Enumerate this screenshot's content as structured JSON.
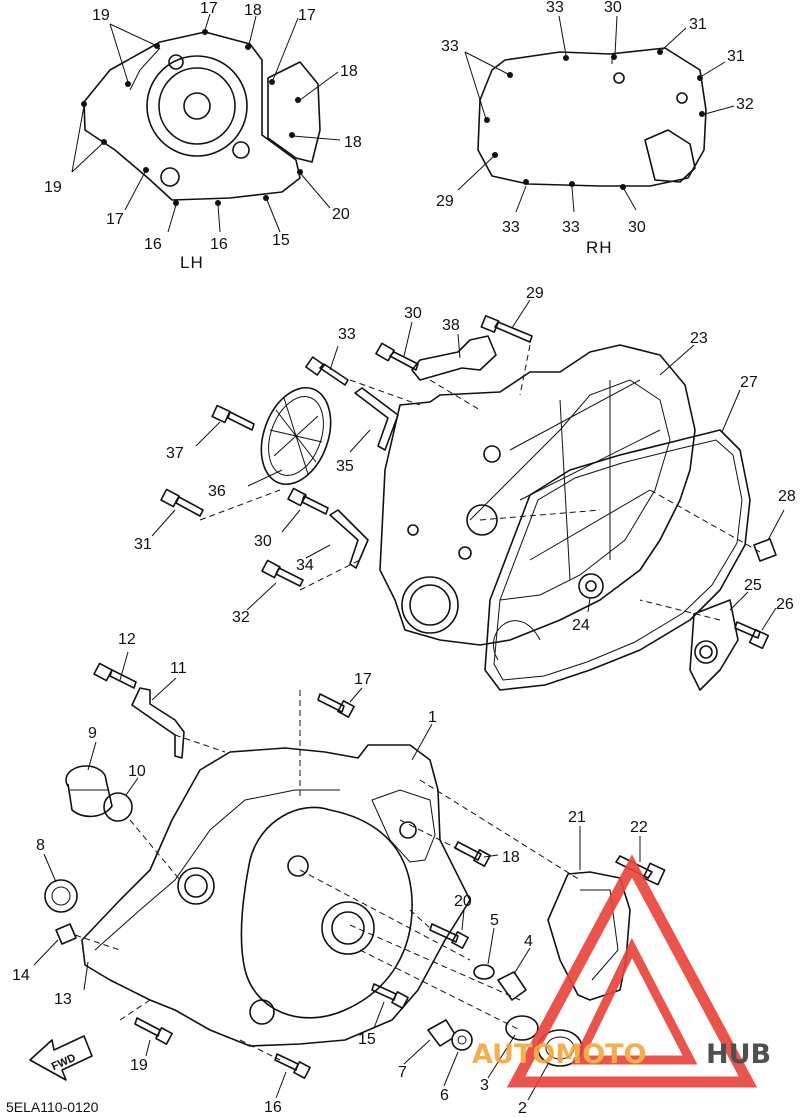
{
  "diagram": {
    "captions": {
      "left_cover": "LH",
      "right_cover": "RH"
    },
    "diagram_code": "5ELA110-0120",
    "fwd_arrow": "FWD",
    "watermark": {
      "brand_a": "AUTOMOTO",
      "brand_b": "HUB",
      "color_a": "#f2a63a",
      "color_b": "#3d3d3d",
      "logo_color": "#e8423a"
    },
    "callouts": [
      {
        "id": "c17a",
        "text": "17"
      },
      {
        "id": "c19a",
        "text": "19"
      },
      {
        "id": "c18a",
        "text": "18"
      },
      {
        "id": "c17b",
        "text": "17"
      },
      {
        "id": "c18b",
        "text": "18"
      },
      {
        "id": "c18c",
        "text": "18"
      },
      {
        "id": "c19b",
        "text": "19"
      },
      {
        "id": "c17c",
        "text": "17"
      },
      {
        "id": "c20a",
        "text": "20"
      },
      {
        "id": "c16a",
        "text": "16"
      },
      {
        "id": "c16b",
        "text": "16"
      },
      {
        "id": "c15a",
        "text": "15"
      },
      {
        "id": "c33a",
        "text": "33"
      },
      {
        "id": "c30a",
        "text": "30"
      },
      {
        "id": "c33b",
        "text": "33"
      },
      {
        "id": "c31a",
        "text": "31"
      },
      {
        "id": "c31b",
        "text": "31"
      },
      {
        "id": "c32a",
        "text": "32"
      },
      {
        "id": "c29a",
        "text": "29"
      },
      {
        "id": "c33c",
        "text": "33"
      },
      {
        "id": "c33d",
        "text": "33"
      },
      {
        "id": "c30b",
        "text": "30"
      },
      {
        "id": "c29b",
        "text": "29"
      },
      {
        "id": "c30c",
        "text": "30"
      },
      {
        "id": "c38",
        "text": "38"
      },
      {
        "id": "c33e",
        "text": "33"
      },
      {
        "id": "c23",
        "text": "23"
      },
      {
        "id": "c27",
        "text": "27"
      },
      {
        "id": "c37",
        "text": "37"
      },
      {
        "id": "c35",
        "text": "35"
      },
      {
        "id": "c36",
        "text": "36"
      },
      {
        "id": "c28",
        "text": "28"
      },
      {
        "id": "c31c",
        "text": "31"
      },
      {
        "id": "c30d",
        "text": "30"
      },
      {
        "id": "c34",
        "text": "34"
      },
      {
        "id": "c25",
        "text": "25"
      },
      {
        "id": "c32b",
        "text": "32"
      },
      {
        "id": "c24",
        "text": "24"
      },
      {
        "id": "c26",
        "text": "26"
      },
      {
        "id": "c12",
        "text": "12"
      },
      {
        "id": "c11",
        "text": "11"
      },
      {
        "id": "c17d",
        "text": "17"
      },
      {
        "id": "c1",
        "text": "1"
      },
      {
        "id": "c9",
        "text": "9"
      },
      {
        "id": "c10",
        "text": "10"
      },
      {
        "id": "c21",
        "text": "21"
      },
      {
        "id": "c22",
        "text": "22"
      },
      {
        "id": "c8",
        "text": "8"
      },
      {
        "id": "c18d",
        "text": "18"
      },
      {
        "id": "c20b",
        "text": "20"
      },
      {
        "id": "c5",
        "text": "5"
      },
      {
        "id": "c4",
        "text": "4"
      },
      {
        "id": "c14",
        "text": "14"
      },
      {
        "id": "c13",
        "text": "13"
      },
      {
        "id": "c15b",
        "text": "15"
      },
      {
        "id": "c19c",
        "text": "19"
      },
      {
        "id": "c7",
        "text": "7"
      },
      {
        "id": "c6",
        "text": "6"
      },
      {
        "id": "c3",
        "text": "3"
      },
      {
        "id": "c2",
        "text": "2"
      },
      {
        "id": "c16c",
        "text": "16"
      }
    ]
  }
}
